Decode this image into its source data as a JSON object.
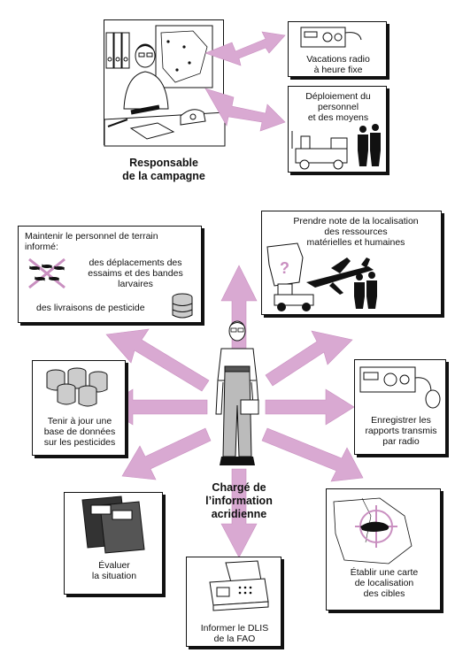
{
  "top": {
    "role_title": "Responsable\nde la campagne",
    "radio_box": "Vacations radio\nà heure fixe",
    "deploy_box": "Déploiement du\npersonnel\net des moyens"
  },
  "center": {
    "role_title": "Chargé de\nl’information\nacridienne"
  },
  "boxes": {
    "maintain_title": "Maintenir le personnel de terrain\ninformé:",
    "maintain_item1": "des déplacements des\nessaims et des bandes\nlarvaires",
    "maintain_item2": "des livraisons de pesticide",
    "locate": "Prendre note de la localisation\ndes ressources\nmatérielles et humaines",
    "database": "Tenir à jour une\nbase de données\nsur les pesticides",
    "reports": "Enregistrer les\nrapports transmis\npar radio",
    "evaluate": "Évaluer\nla situation",
    "inform": "Informer le DLIS\nde la FAO",
    "map": "Établir une carte\nde localisation\ndes cibles"
  },
  "colors": {
    "arrow": "#d9a9d2",
    "arrow_stroke": "#c98fc0",
    "ink": "#111111"
  },
  "icons": [
    "officer-at-desk-icon",
    "radio-transceiver-icon",
    "truck-icon",
    "people-icon",
    "locust-swarm-icon",
    "pesticide-barrel-icon",
    "map-question-icon",
    "aircraft-icon",
    "tractor-icon",
    "barrels-stack-icon",
    "radio-with-mic-icon",
    "documents-icon",
    "fax-machine-icon",
    "target-map-icon",
    "field-officer-icon"
  ]
}
